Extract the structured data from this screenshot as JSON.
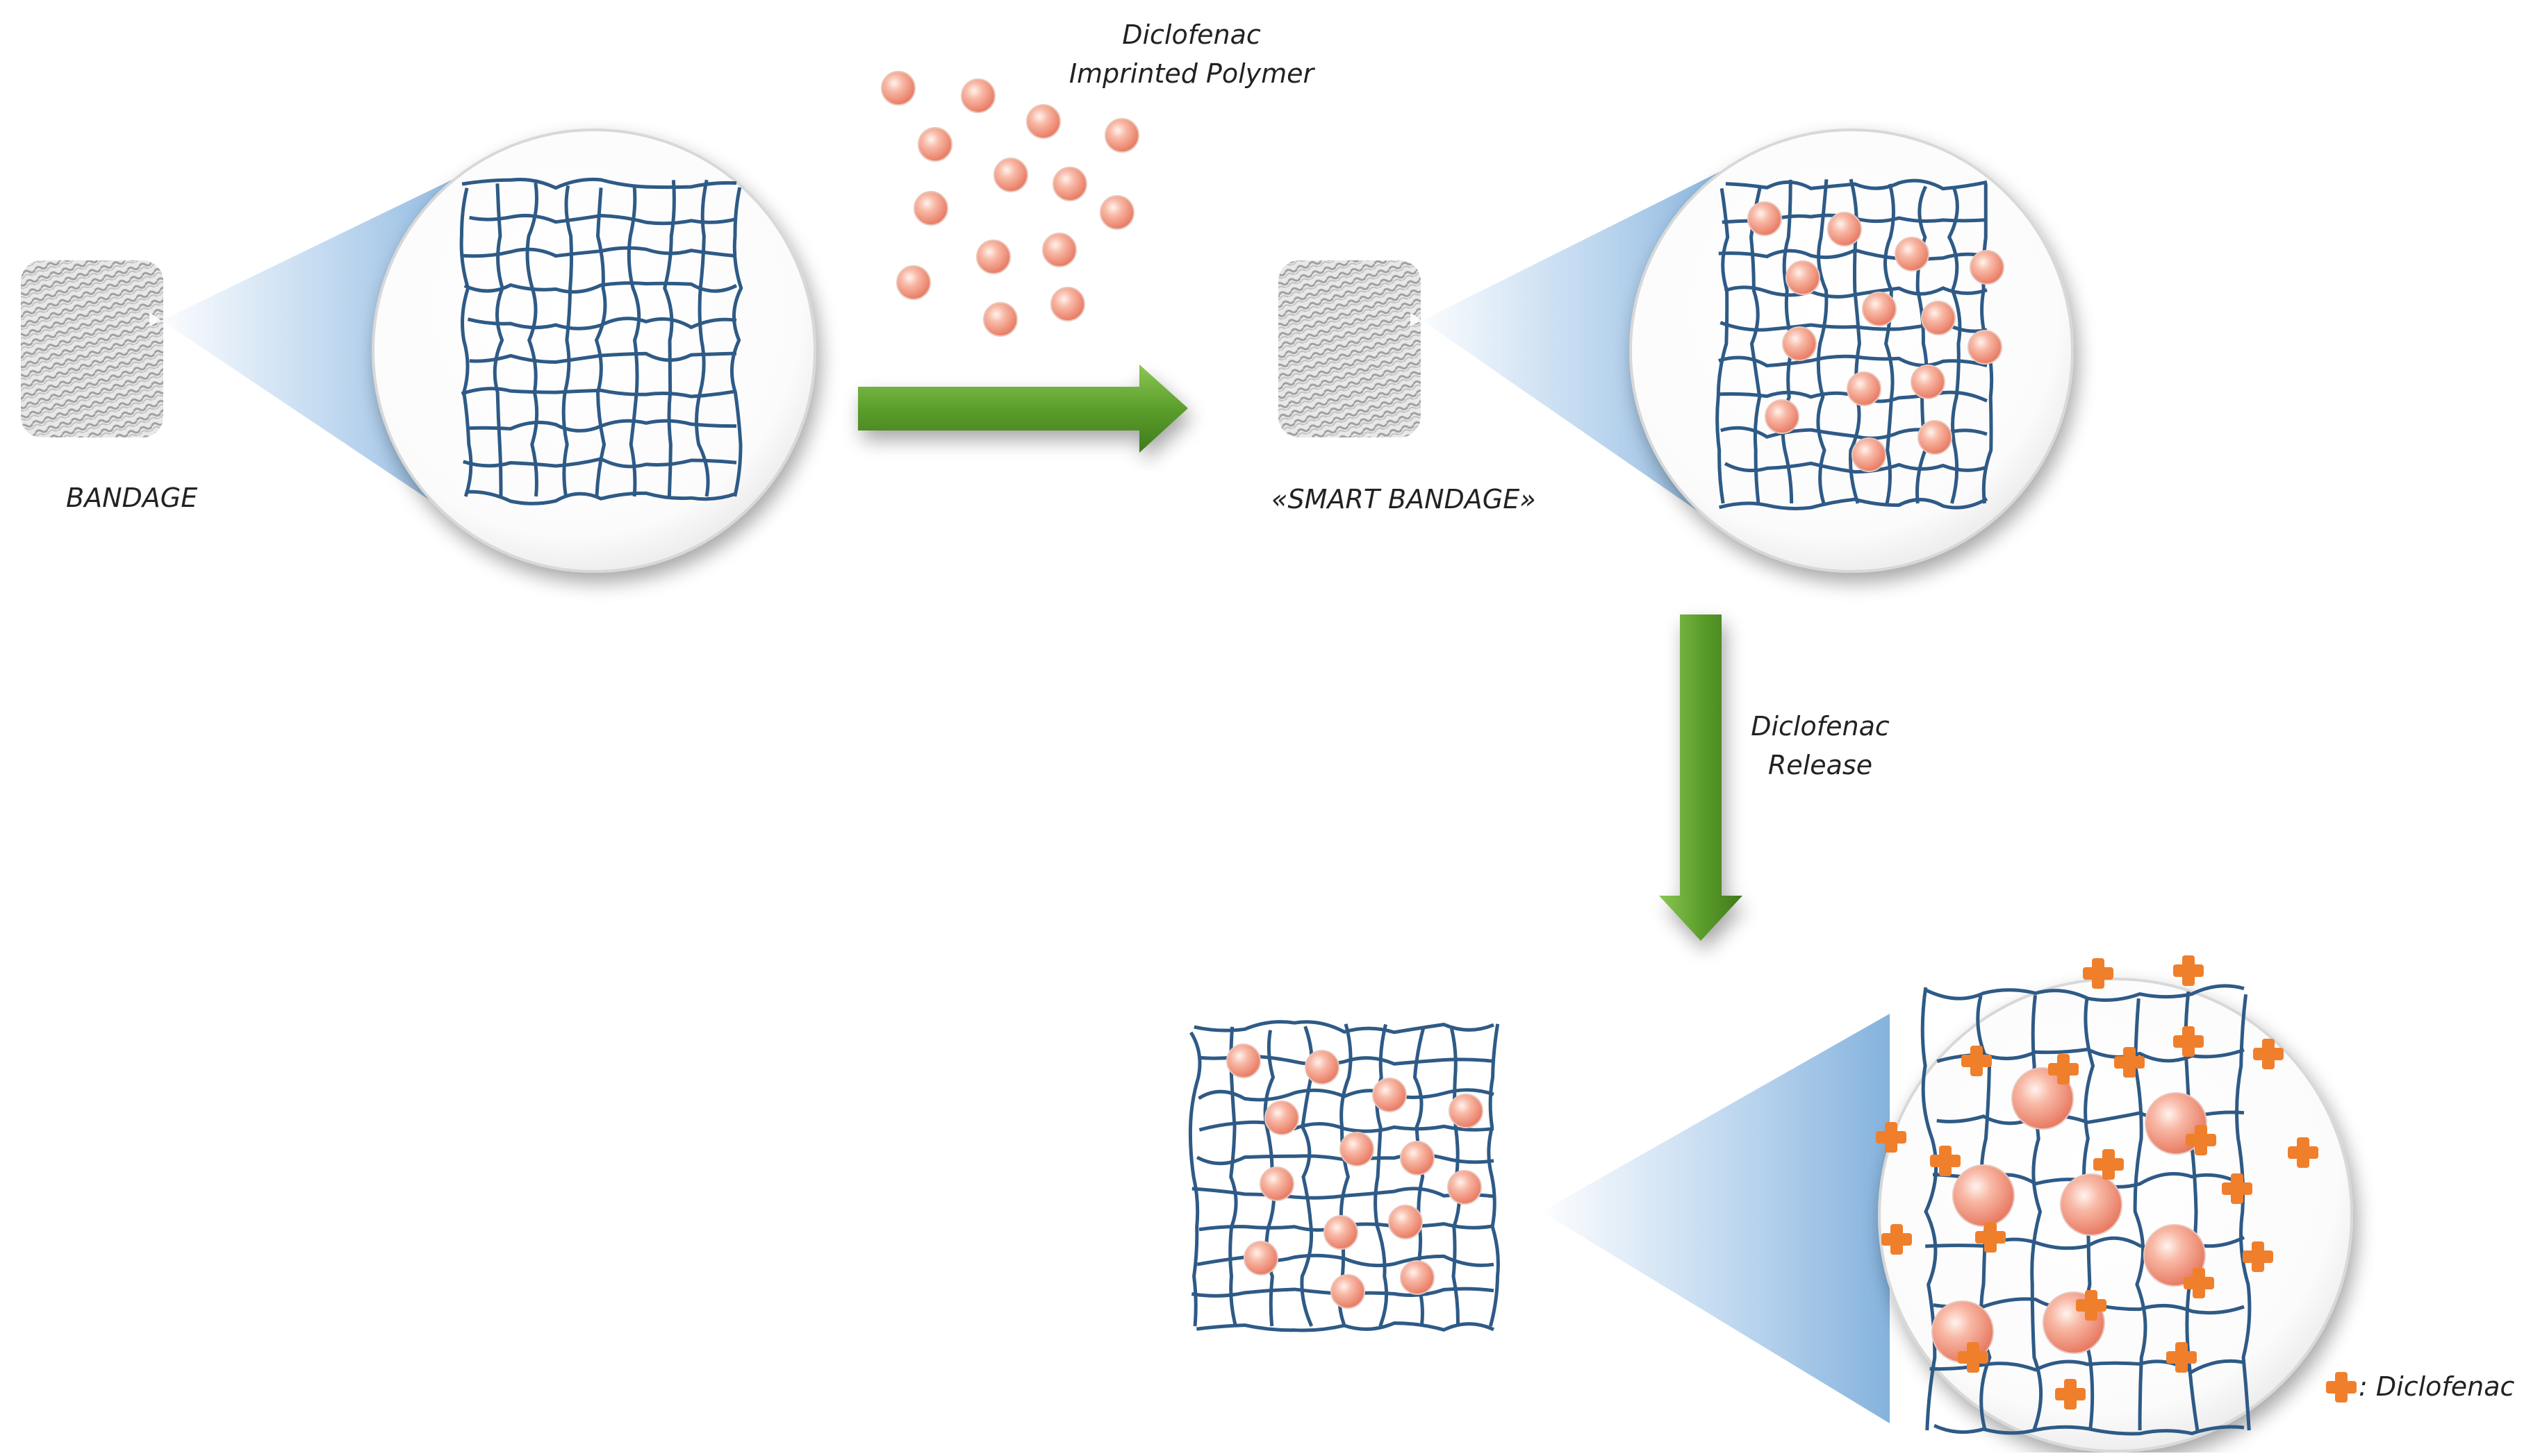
{
  "labels": {
    "bandage": "BANDAGE",
    "smart_bandage": "«SMART BANDAGE»",
    "polymer_line1": "Diclofenac",
    "polymer_line2": "Imprinted Polymer",
    "release_line1": "Diclofenac",
    "release_line2": "Release",
    "legend": ": Diclofenac"
  },
  "colors": {
    "mesh": "#2e5a86",
    "arrow_green": "#5c9e2c",
    "arrow_green_dark": "#3f7a1b",
    "sphere": "#f4a08c",
    "drug_cross": "#f07f2c",
    "cone_blue": "#9dc2e6"
  },
  "icons": [
    "bandage-texture-icon",
    "magnifier-cone-icon",
    "mesh-icon",
    "polymer-sphere-icon",
    "diclofenac-cross-icon",
    "arrow-right-icon",
    "arrow-down-icon"
  ]
}
